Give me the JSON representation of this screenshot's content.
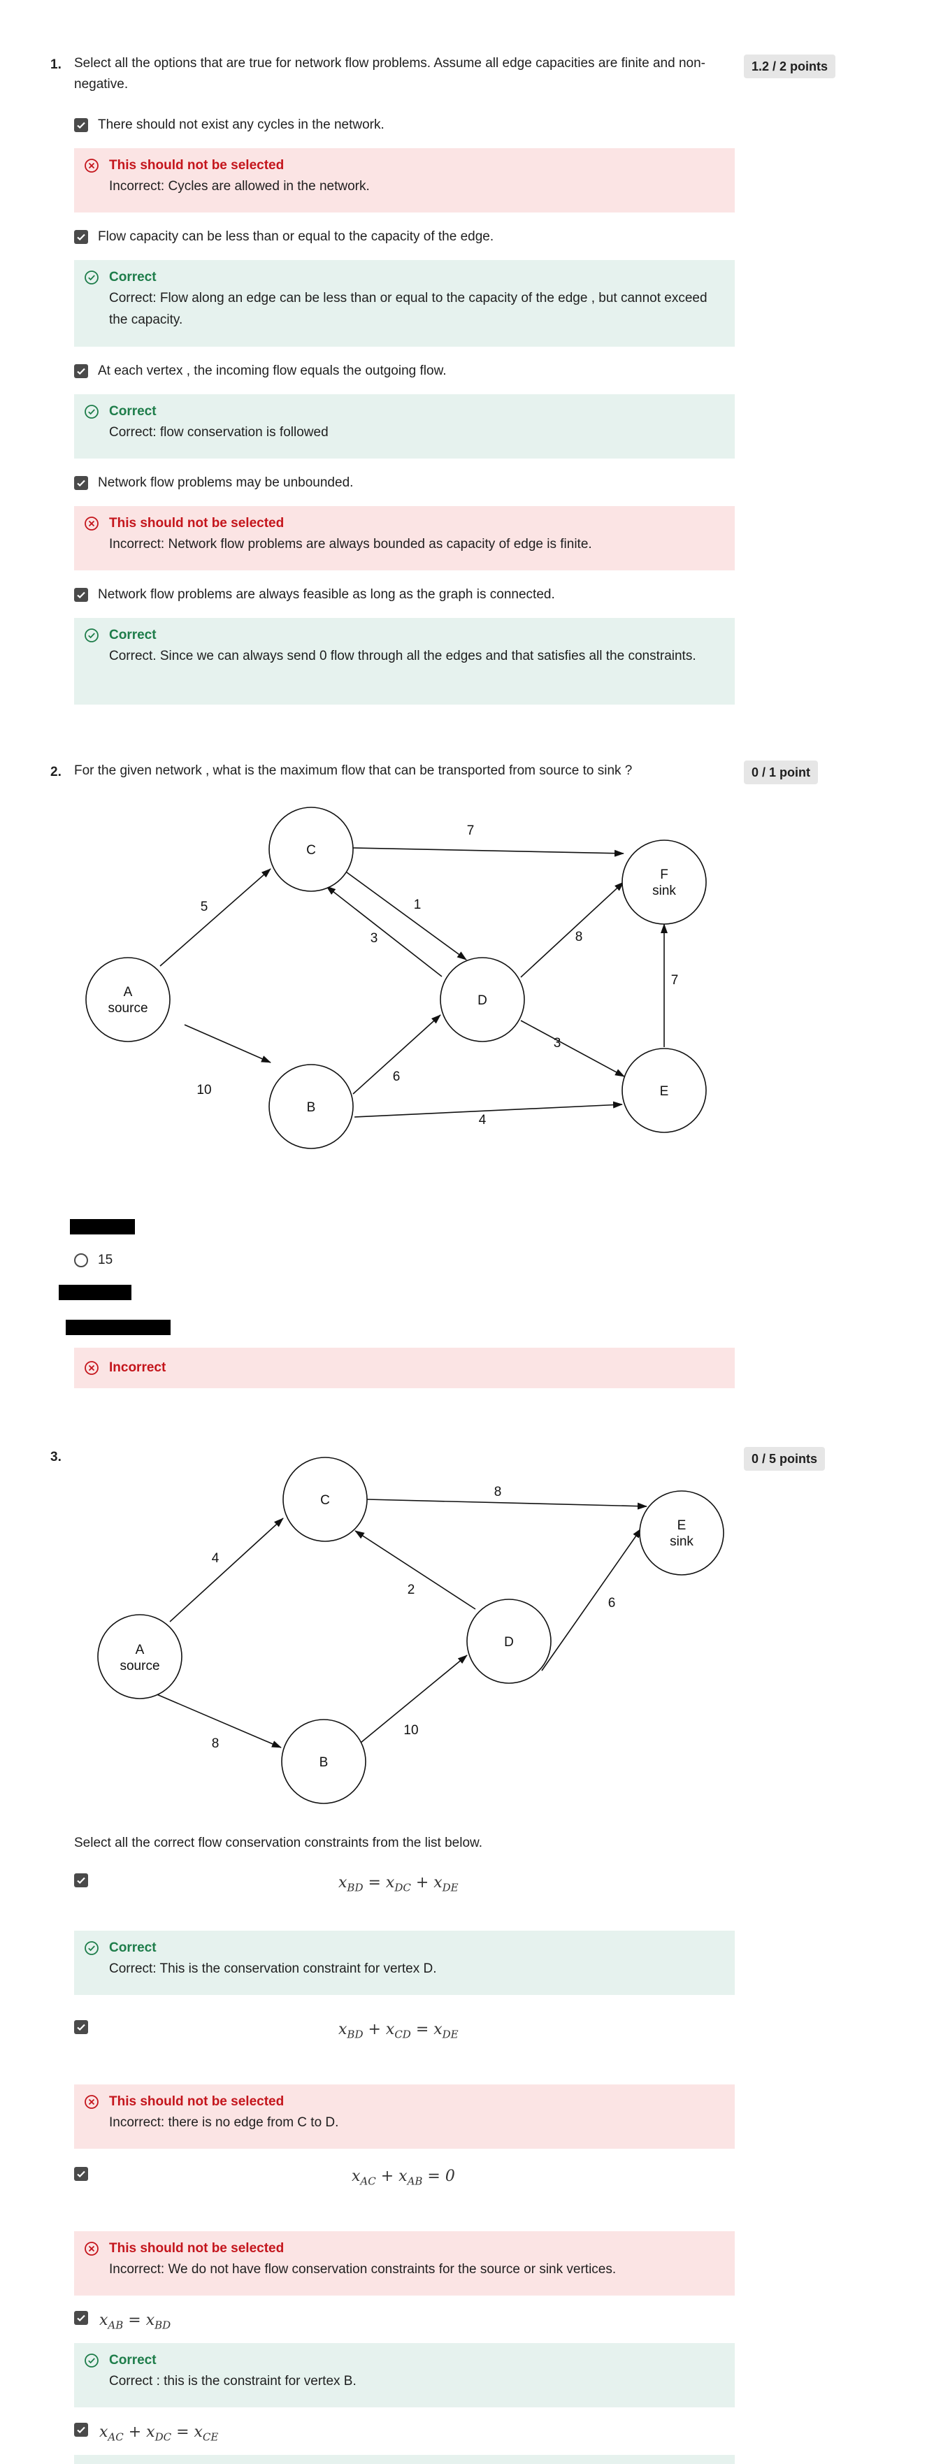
{
  "q1": {
    "number": "1.",
    "prompt": "Select all the options that are true for network flow problems. Assume all edge capacities are finite and non-negative.",
    "points": "1.2 / 2 points",
    "options": [
      {
        "label": "There should not exist any cycles in the network.",
        "checked": true,
        "feedback_title": "This should not be selected",
        "feedback": "Incorrect: Cycles are allowed in the network.",
        "status": "wrong"
      },
      {
        "label": "Flow capacity can be less than or equal to the capacity of the edge.",
        "checked": true,
        "feedback_title": "Correct",
        "feedback": "Correct: Flow along an edge can be less than or equal to the capacity of the edge , but cannot exceed the capacity.",
        "status": "right"
      },
      {
        "label": "At each vertex , the incoming flow equals the outgoing flow.",
        "checked": true,
        "feedback_title": "Correct",
        "feedback": "Correct: flow conservation is followed",
        "status": "right"
      },
      {
        "label": "Network flow problems may be unbounded.",
        "checked": true,
        "feedback_title": "This should not be selected",
        "feedback": "Incorrect: Network flow problems are always bounded as capacity of edge is finite.",
        "status": "wrong"
      },
      {
        "label": "Network flow problems are always feasible as long as the graph is connected.",
        "checked": true,
        "feedback_title": "Correct",
        "feedback": "Correct. Since we can always send 0 flow through all the edges and that satisfies all the constraints.",
        "status": "right"
      }
    ]
  },
  "q2": {
    "number": "2.",
    "prompt": "For the given network , what is the maximum flow that can be transported from source to sink ?",
    "points": "0 / 1 point",
    "graph": {
      "nodes": [
        {
          "id": "A",
          "sub": "source"
        },
        {
          "id": "B",
          "sub": ""
        },
        {
          "id": "C",
          "sub": ""
        },
        {
          "id": "D",
          "sub": ""
        },
        {
          "id": "E",
          "sub": ""
        },
        {
          "id": "F",
          "sub": "sink"
        }
      ],
      "edges": [
        {
          "from": "A",
          "to": "C",
          "cap": "5"
        },
        {
          "from": "A",
          "to": "B",
          "cap": "10"
        },
        {
          "from": "C",
          "to": "F",
          "cap": "7"
        },
        {
          "from": "C",
          "to": "D",
          "cap": "1"
        },
        {
          "from": "D",
          "to": "C",
          "cap": "3"
        },
        {
          "from": "B",
          "to": "D",
          "cap": "6"
        },
        {
          "from": "B",
          "to": "E",
          "cap": "4"
        },
        {
          "from": "D",
          "to": "F",
          "cap": "8"
        },
        {
          "from": "D",
          "to": "E",
          "cap": "3"
        },
        {
          "from": "E",
          "to": "F",
          "cap": "7"
        }
      ]
    },
    "options": [
      "15"
    ],
    "feedback_title": "Incorrect"
  },
  "q3": {
    "number": "3.",
    "points": "0 / 5 points",
    "graph": {
      "nodes": [
        {
          "id": "A",
          "sub": "source"
        },
        {
          "id": "B",
          "sub": ""
        },
        {
          "id": "C",
          "sub": ""
        },
        {
          "id": "D",
          "sub": ""
        },
        {
          "id": "E",
          "sub": "sink"
        }
      ],
      "edges": [
        {
          "from": "A",
          "to": "C",
          "cap": "4"
        },
        {
          "from": "A",
          "to": "B",
          "cap": "8"
        },
        {
          "from": "C",
          "to": "E",
          "cap": "8"
        },
        {
          "from": "D",
          "to": "C",
          "cap": "2"
        },
        {
          "from": "B",
          "to": "D",
          "cap": "10"
        },
        {
          "from": "D",
          "to": "E",
          "cap": "6"
        }
      ]
    },
    "prompt": "Select all the correct flow conservation constraints from the list below.",
    "options": [
      {
        "equation": [
          "x",
          "BD",
          " = x",
          "DC",
          " + x",
          "DE",
          ""
        ],
        "feedback_title": "Correct",
        "feedback": "Correct: This is the conservation constraint for vertex D.",
        "status": "right"
      },
      {
        "equation": [
          "x",
          "BD",
          " + x",
          "CD",
          " = x",
          "DE",
          ""
        ],
        "feedback_title": "This should not be selected",
        "feedback": "Incorrect: there is no edge from C to D.",
        "status": "wrong"
      },
      {
        "equation": [
          "x",
          "AC",
          " + x",
          "AB",
          " = 0",
          "",
          ""
        ],
        "feedback_title": "This should not be selected",
        "feedback": "Incorrect: We do not have flow conservation constraints for the source or sink vertices.",
        "status": "wrong"
      },
      {
        "equation": [
          "x",
          "AB",
          " = x",
          "BD",
          "",
          "",
          ""
        ],
        "feedback_title": "Correct",
        "feedback": "Correct : this is the constraint for vertex B.",
        "status": "right"
      },
      {
        "equation": [
          "x",
          "AC",
          " + x",
          "DC",
          " = x",
          "CE",
          ""
        ]
      }
    ]
  },
  "icons": {
    "check": "checkmark-icon",
    "x_circle": "x-circle-icon",
    "check_circle": "check-circle-icon"
  },
  "colors": {
    "wrong_bg": "#fbe4e4",
    "right_bg": "#e6f2ee",
    "wrong_text": "#c4151c",
    "right_text": "#1e7d4a"
  }
}
